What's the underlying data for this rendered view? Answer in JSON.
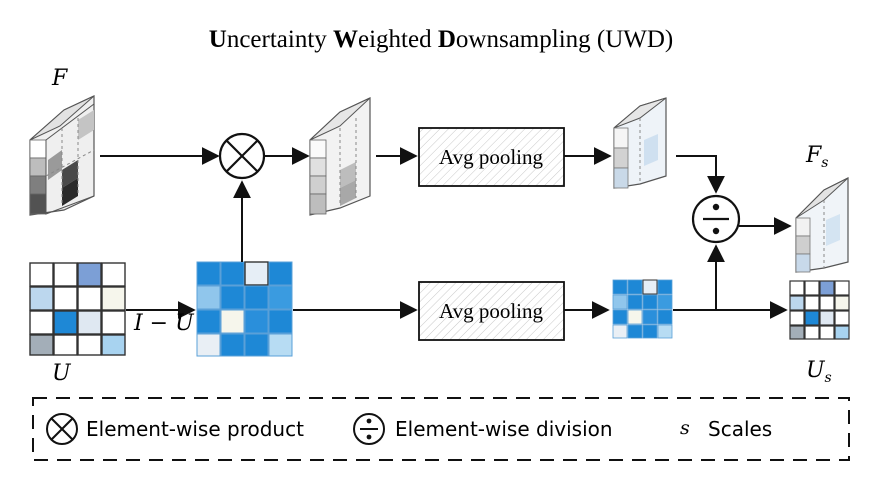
{
  "title": {
    "u_initial": "U",
    "u_rest": "ncertainty ",
    "w_initial": "W",
    "w_rest": "eighted ",
    "d_initial": "D",
    "d_rest": "ownsampling (UWD)"
  },
  "symbols": {
    "feature": "F",
    "uncertainty": "U",
    "feature_scaled": "F",
    "uncertainty_scaled": "U",
    "subscript": "s",
    "inverse_uncertainty": "I − U"
  },
  "boxes": {
    "top_pool": "Avg pooling",
    "bottom_pool": "Avg pooling"
  },
  "legend": {
    "product": "Element-wise product",
    "division": "Element-wise division",
    "scales_symbol": "s",
    "scales": "Scales"
  },
  "colors": {
    "blue_dark": "#1e88d6",
    "blue_mid": "#5aaee8",
    "blue_light": "#b7d8f1",
    "blue_pale": "#e6f1fa",
    "gray_dark": "#3a3a3a",
    "gray_mid": "#8c8c8c",
    "gray_light": "#d6d6d6"
  }
}
